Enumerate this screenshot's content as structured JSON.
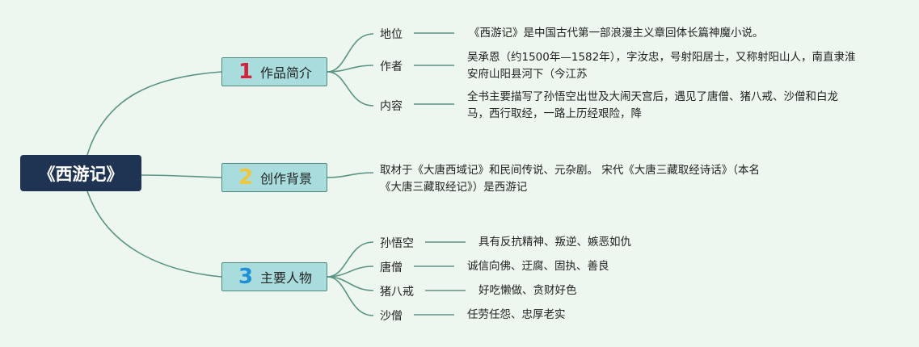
{
  "root": {
    "label": "《西游记》"
  },
  "branches": [
    {
      "number": "1",
      "number_color": "#d1243a",
      "label": "作品简介",
      "items": [
        {
          "label": "地位",
          "desc": "《西游记》是中国古代第一部浪漫主义章回体长篇神魔小说。"
        },
        {
          "label": "作者",
          "desc_lines": [
            "吴承恩（约1500年—1582年），字汝忠，号射阳居士，又称射阳山人，南直隶淮",
            "安府山阳县河下（今江苏"
          ]
        },
        {
          "label": "内容",
          "desc_lines": [
            "全书主要描写了孙悟空出世及大闹天宫后，遇见了唐僧、猪八戒、沙僧和白龙",
            "马，西行取经，一路上历经艰险，降"
          ]
        }
      ]
    },
    {
      "number": "2",
      "number_color": "#f0c63a",
      "label": "创作背景",
      "desc_lines": [
        "取材于《大唐西域记》和民间传说、元杂剧。 宋代《大唐三藏取经诗话》（本名",
        "《大唐三藏取经记》）是西游记"
      ]
    },
    {
      "number": "3",
      "number_color": "#1f8fd6",
      "label": "主要人物",
      "items": [
        {
          "label": "孙悟空",
          "desc": "具有反抗精神、叛逆、嫉恶如仇"
        },
        {
          "label": "唐僧",
          "desc": "诚信向佛、迂腐、固执、善良"
        },
        {
          "label": "猪八戒",
          "desc": "好吃懒做、贪财好色"
        },
        {
          "label": "沙僧",
          "desc": "任劳任怨、忠厚老实"
        }
      ]
    }
  ],
  "colors": {
    "background": "#eef7ef",
    "root_fill": "#1f3452",
    "branch_fill": "#a9dcdc",
    "line": "#5a9484"
  }
}
